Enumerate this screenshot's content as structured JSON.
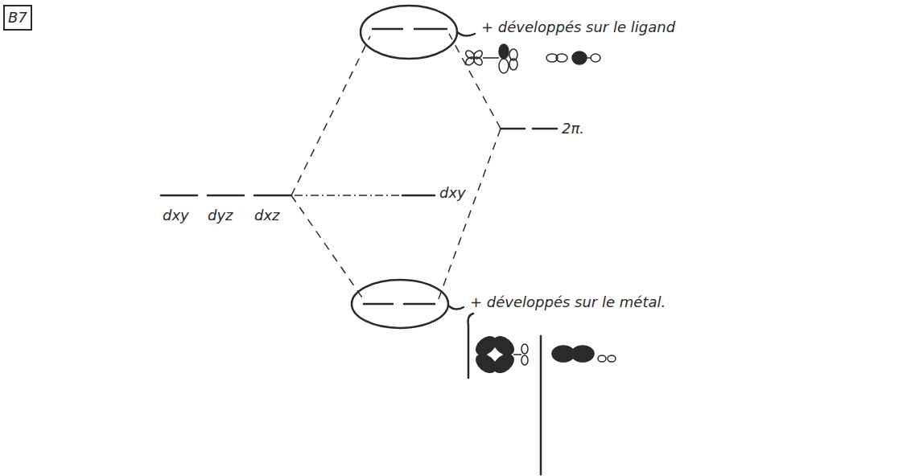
{
  "diagram": {
    "nodes": [
      {
        "text": [
          "B7"
        ]
      }
    ],
    "labels": [
      "+ développés sur le ligand",
      "2π.",
      "dxy",
      "dyz",
      "dxz",
      "dxy",
      "+ développés sur le métal."
    ]
  }
}
